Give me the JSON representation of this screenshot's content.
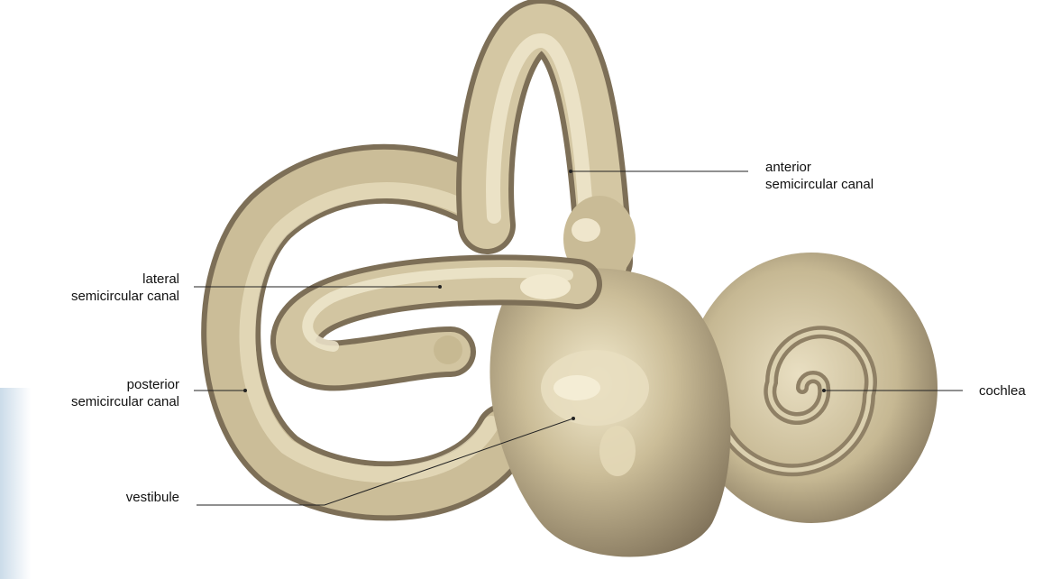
{
  "labels": {
    "anterior": {
      "line1": "anterior",
      "line2": "semicircular canal"
    },
    "lateral": {
      "line1": "lateral",
      "line2": "semicircular canal"
    },
    "posterior": {
      "line1": "posterior",
      "line2": "semicircular canal"
    },
    "cochlea": {
      "line1": "cochlea"
    },
    "vestibule": {
      "line1": "vestibule"
    }
  },
  "colors": {
    "bone_light": "#efe6cc",
    "bone_mid": "#cfc2a0",
    "bone_dark": "#8f8065",
    "bone_shadow": "#6f6350",
    "leader_line": "#222222"
  }
}
